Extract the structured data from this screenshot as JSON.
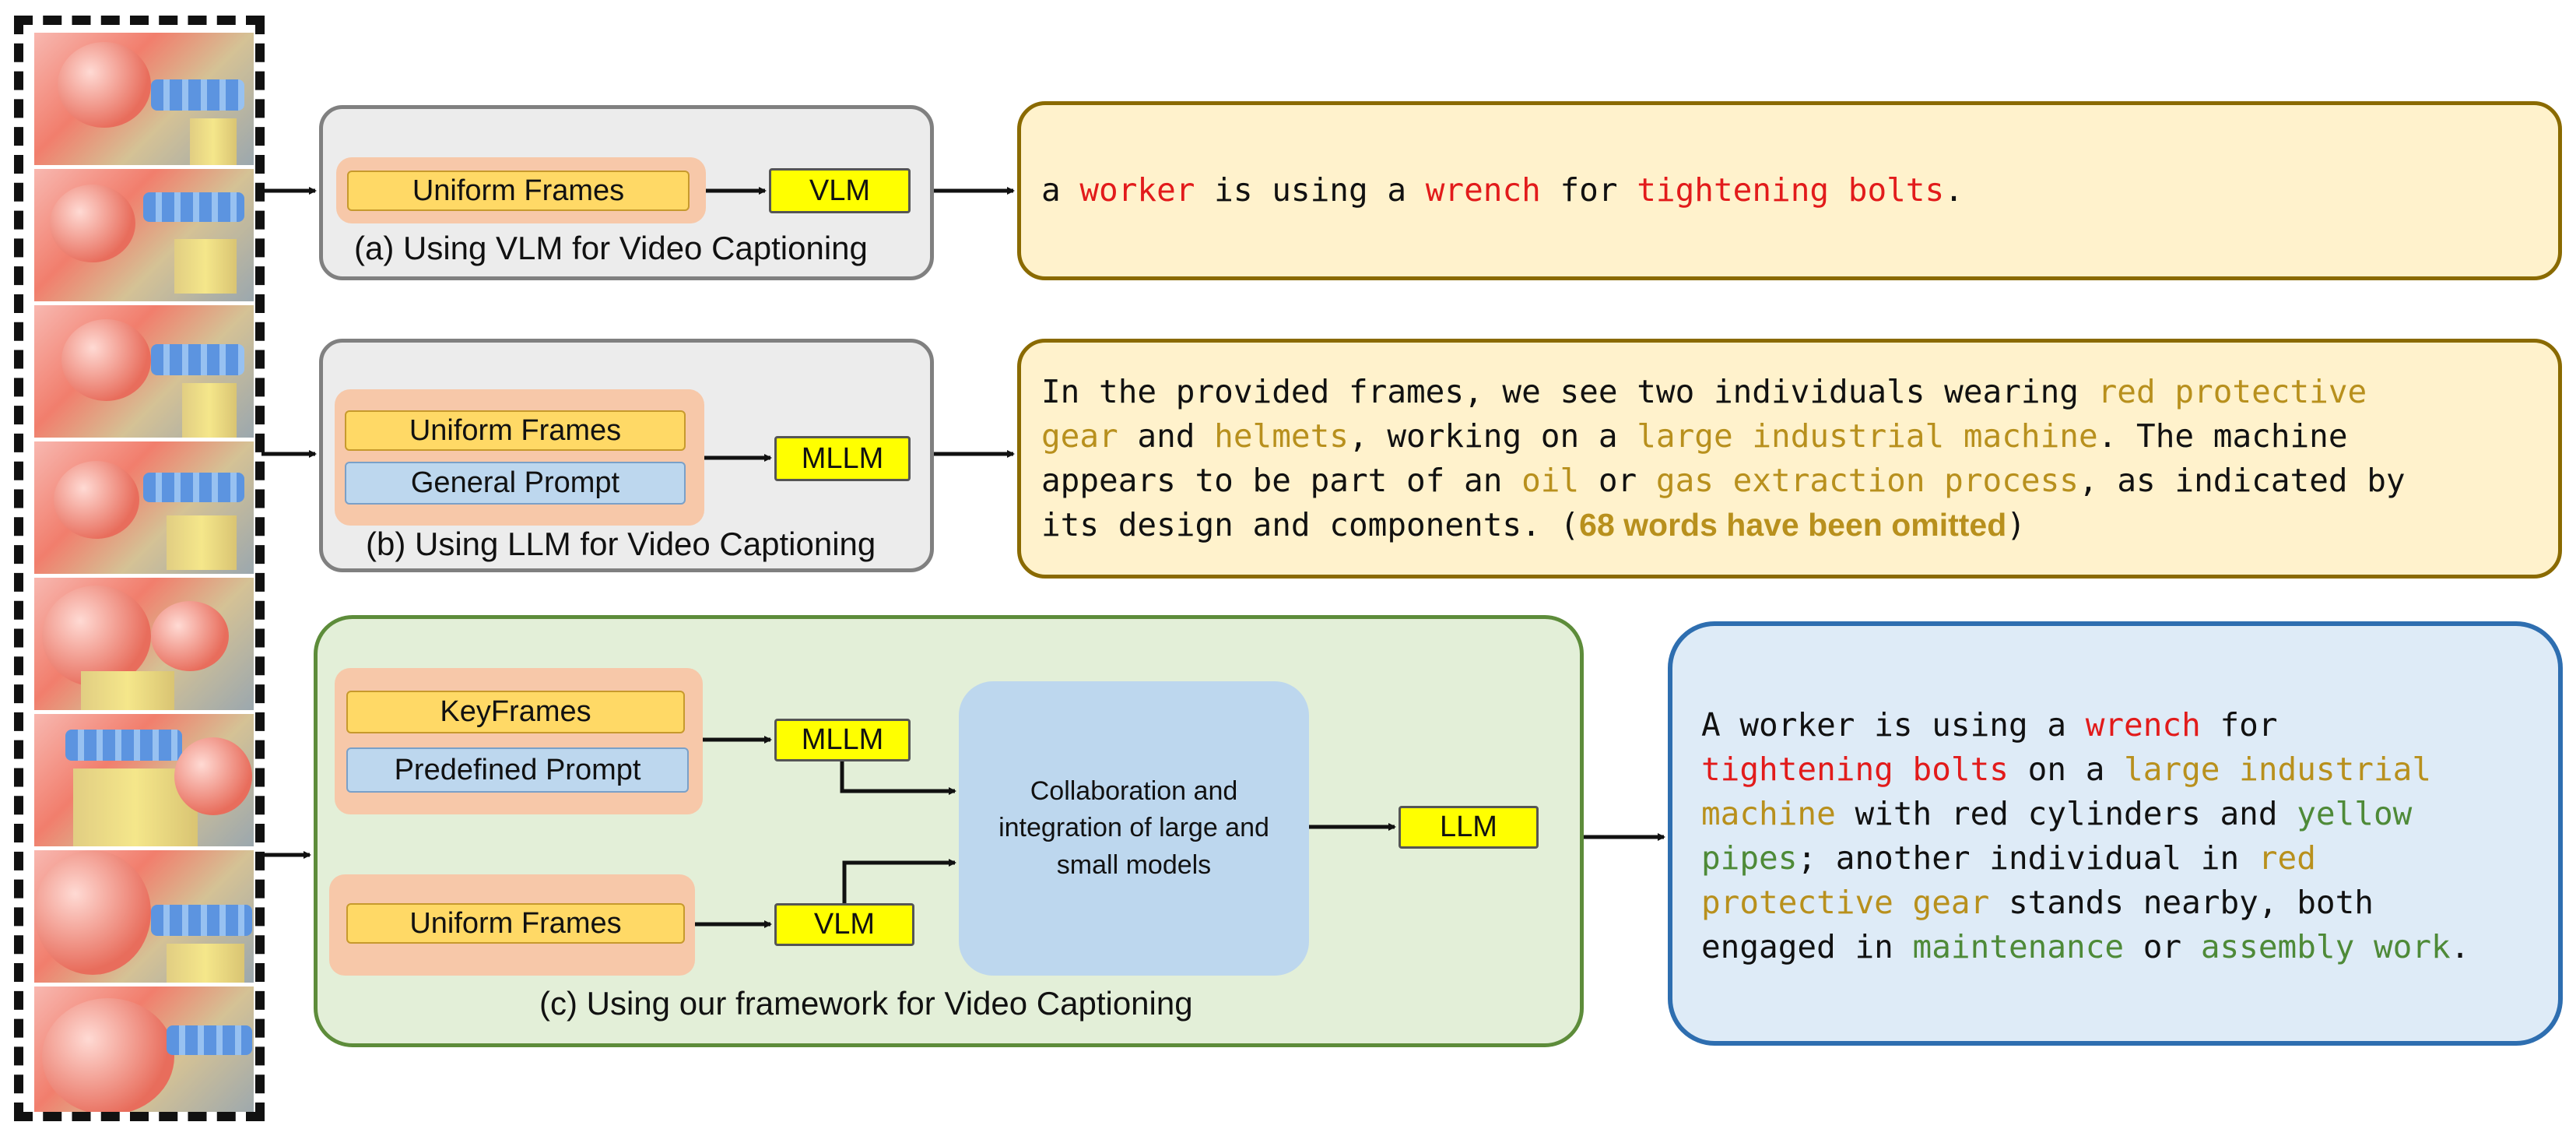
{
  "panel_a": {
    "caption": "(a) Using VLM for Video Captioning",
    "input": "Uniform Frames",
    "model": "VLM"
  },
  "panel_b": {
    "caption": "(b) Using LLM for Video Captioning",
    "inputs": [
      "Uniform Frames",
      "General Prompt"
    ],
    "model": "MLLM"
  },
  "panel_c": {
    "caption": "(c) Using our framework for Video Captioning",
    "keyframes": "KeyFrames",
    "prompt": "Predefined Prompt",
    "uniform": "Uniform Frames",
    "mllm": "MLLM",
    "vlm": "VLM",
    "collab": "Collaboration and integration of large and small models",
    "llm": "LLM"
  },
  "output_a": [
    "a ",
    "worker",
    " is using a ",
    "wrench",
    " for ",
    "tightening bolts",
    "."
  ],
  "output_b": {
    "lines": [
      [
        "In the provided frames, we see two individuals wearing ",
        "red protective"
      ],
      [
        "gear",
        " and ",
        "helmets",
        ", working on a ",
        "large industrial machine",
        ". The machine"
      ],
      [
        "appears to be part of an ",
        "oil",
        " or ",
        "gas extraction process",
        ", as indicated by"
      ],
      [
        "its design and components. ("
      ]
    ],
    "omitted": "68 words have been omitted",
    "close": ")"
  },
  "output_c": {
    "lines": [
      [
        "A worker is using a ",
        "wrench",
        " for"
      ],
      [
        "tightening bolts",
        " on a ",
        "large industrial"
      ],
      [
        "machine",
        " with red cylinders and ",
        "yellow"
      ],
      [
        "pipes",
        "; another individual in ",
        "red"
      ],
      [
        "protective gear",
        " stands nearby, both"
      ],
      [
        "engaged in ",
        "maintenance",
        " or ",
        "assembly work",
        "."
      ]
    ]
  },
  "colors": {
    "highlight_red": "#e21b1b",
    "highlight_gold": "#b8901d",
    "highlight_green": "#4e8a38",
    "model_yellow": "#ffff00",
    "frames_yellow": "#ffd966",
    "prompt_blue": "#bdd7ee",
    "group_peach": "#f7c8a9",
    "panel_c_green": "#e3efd8"
  }
}
